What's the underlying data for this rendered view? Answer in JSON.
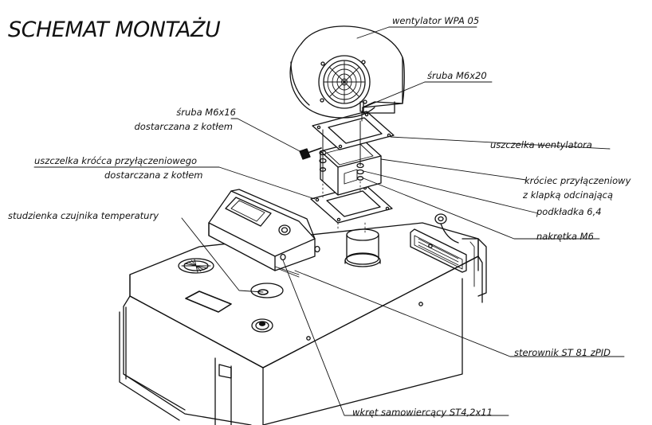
{
  "title": "SCHEMAT MONTAŻU",
  "labels": {
    "fan": "wentylator WPA 05",
    "screw_m6x20": "śruba M6x20",
    "screw_m6x16_l1": "śruba M6x16",
    "screw_m6x16_l2": "dostarczana z kotłem",
    "fan_gasket": "uszczelka wentylatora",
    "stub_gasket_l1": "uszczelka króćca przyłączeniowego",
    "stub_gasket_l2": "dostarczana z kotłem",
    "connector_l1": "króciec przyłączeniowy",
    "connector_l2": "z klapką odcinającą",
    "washer": "podkładka 6,4",
    "sensor_well": "studzienka czujnika temperatury",
    "nut": "nakrętka M6",
    "controller": "sterownik ST 81 zPID",
    "self_tapping_screw": "wkręt samowiercący ST4,2x11"
  }
}
